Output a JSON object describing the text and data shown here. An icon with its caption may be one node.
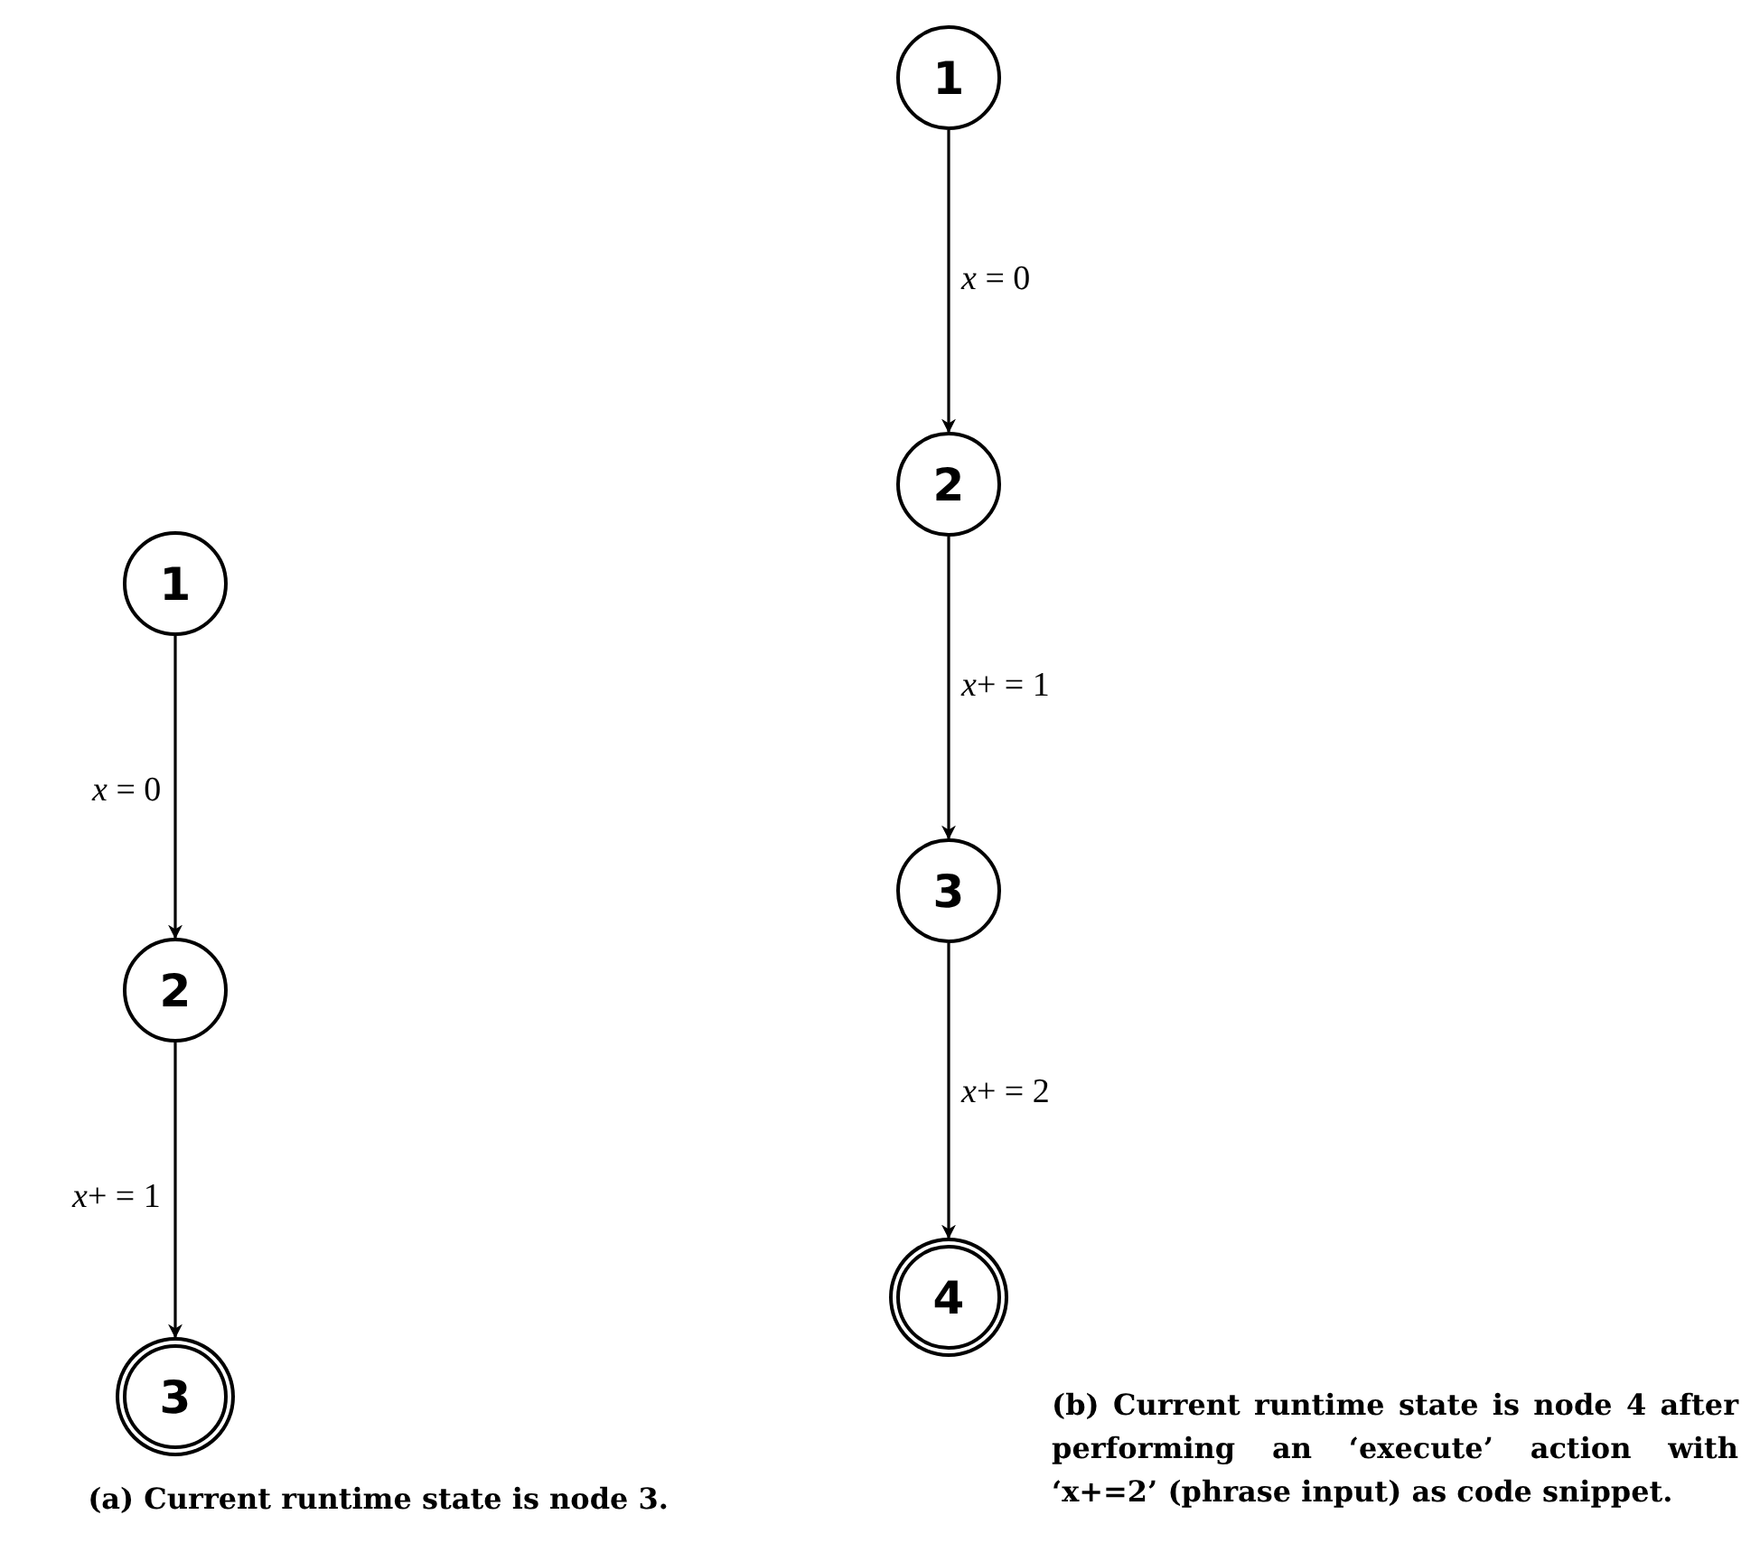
{
  "diagram": {
    "nodes": [
      {
        "text": [
          "1"
        ]
      },
      {
        "text": [
          "2"
        ]
      },
      {
        "text": [
          "3"
        ]
      },
      {
        "text": [
          "1"
        ]
      },
      {
        "text": [
          "2"
        ]
      },
      {
        "text": [
          "3"
        ]
      },
      {
        "text": [
          "4"
        ]
      }
    ],
    "edges": [
      {
        "from": 0,
        "to": 1,
        "arrow": "to",
        "label": "*x* = 0"
      },
      {
        "from": 1,
        "to": 2,
        "arrow": "to",
        "label": "*x*+ = 1"
      },
      {
        "from": 3,
        "to": 4,
        "arrow": "to",
        "label": "*x* = 0"
      },
      {
        "from": 4,
        "to": 5,
        "arrow": "to",
        "label": "*x*+ = 1"
      },
      {
        "from": 5,
        "to": 6,
        "arrow": "to",
        "label": "*x*+ = 2"
      }
    ],
    "labels": [
      "(b) Current runtime state is node 4 after performing an ‘execute’ action with ‘x+=2’ (phrase input) as code snippet.",
      "(a) Current runtime state is node 3."
    ]
  }
}
